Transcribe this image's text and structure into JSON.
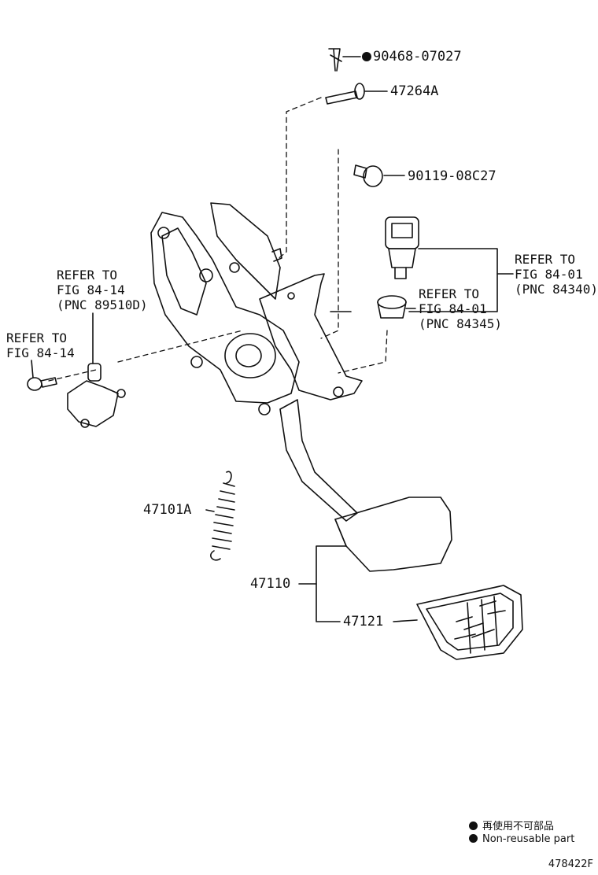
{
  "parts": {
    "p90468": "90468-07027",
    "p47264A": "47264A",
    "p90119": "90119-08C27",
    "p47101A": "47101A",
    "p47110": "47110",
    "p47121": "47121"
  },
  "refs": {
    "ref_sensor_line1": "REFER TO",
    "ref_sensor_line2": "FIG 84-14",
    "ref_sensor_line3": "(PNC 89510D)",
    "ref_bolt_line1": "REFER TO",
    "ref_bolt_line2": "FIG 84-14",
    "ref_switch_line1": "REFER TO",
    "ref_switch_line2": "FIG 84-01",
    "ref_switch_line3": "(PNC 84340)",
    "ref_cushion_line1": "REFER TO",
    "ref_cushion_line2": "FIG 84-01",
    "ref_cushion_line3": "(PNC 84345)"
  },
  "legend": {
    "japanese": "再使用不可部品",
    "english": "Non-reusable part"
  },
  "figure_number": "478422F",
  "colors": {
    "ink": "#111111",
    "background": "#ffffff"
  }
}
